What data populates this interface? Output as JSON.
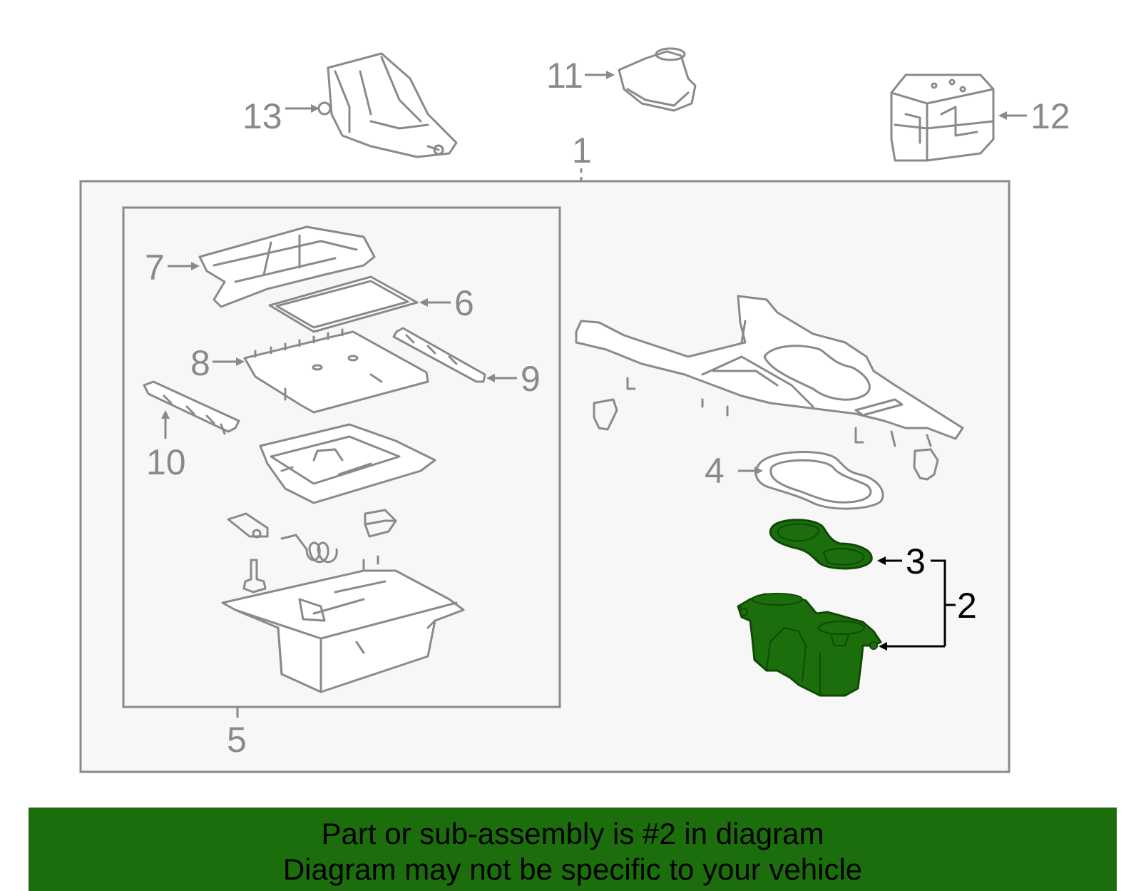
{
  "diagram": {
    "callouts": {
      "c1": "1",
      "c2": "2",
      "c3": "3",
      "c4": "4",
      "c5": "5",
      "c6": "6",
      "c7": "7",
      "c8": "8",
      "c9": "9",
      "c10": "10",
      "c11": "11",
      "c12": "12",
      "c13": "13"
    },
    "highlighted_part": "2",
    "colors": {
      "line": "#8a8a8a",
      "highlight_fill": "#1c6e0c",
      "highlight_dark": "#0f4a05",
      "box_fill": "#f7f7f7"
    }
  },
  "banner": {
    "line1": "Part or sub-assembly is #2 in diagram",
    "line2": "Diagram may not be specific to your vehicle"
  }
}
